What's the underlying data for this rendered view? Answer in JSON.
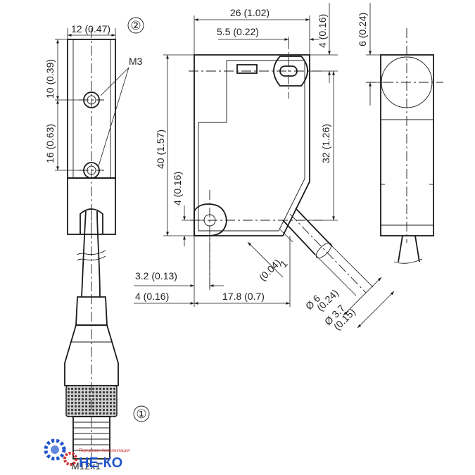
{
  "callouts": {
    "connector": "①",
    "sensor": "②"
  },
  "labels": {
    "thread": "M3",
    "connector_type": "M12x1"
  },
  "dimensions": {
    "width_side": "12 (0.47)",
    "width_front": "26 (1.02)",
    "hole_offset_x": "5.5 (0.22)",
    "hole_offset_top": "4 (0.16)",
    "lens_offset": "6 (0.24)",
    "side_hole_top": "10 (0.39)",
    "side_hole_pitch": "16 (0.63)",
    "height": "40 (1.57)",
    "hole_pitch_vertical": "32 (1.26)",
    "hole_offset_bottom": "4 (0.16)",
    "hole_offset_left": "3.2 (0.13)",
    "left_edge": "4 (0.16)",
    "hole_to_corner": "17.8 (0.7)",
    "cable_offset": "1",
    "cable_offset_in": "(0.04)",
    "cable_outer": "Ø 6",
    "cable_outer_in": "(0.24)",
    "cable_inner": "Ø 3.7",
    "cable_inner_in": "(0.15)"
  },
  "watermark": {
    "brand": "НЕ-КО",
    "tagline": "Передовая Комплектация"
  },
  "colors": {
    "ink": "#1a1a1a",
    "logo_blue": "#2255cc",
    "logo_red": "#d03030"
  }
}
